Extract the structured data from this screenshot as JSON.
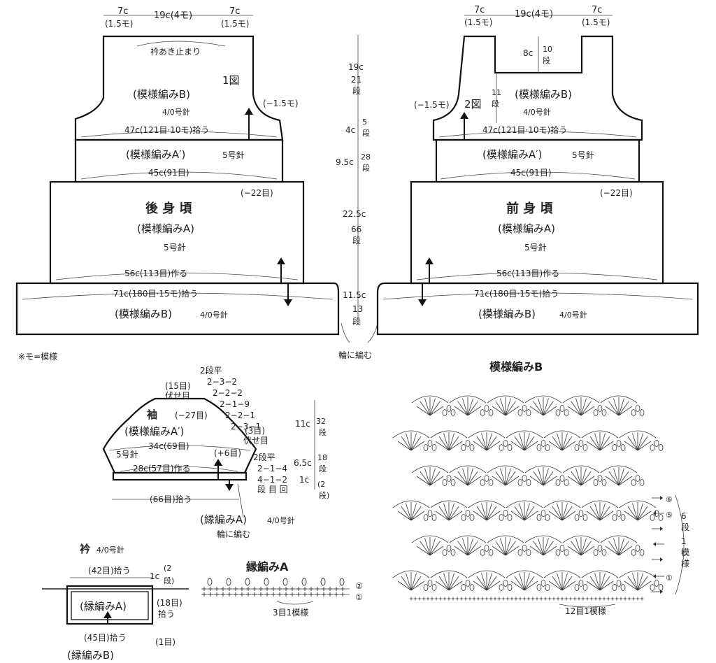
{
  "back": {
    "top_7c_l": "7c",
    "top_15_l": "(1.5モ)",
    "top_19c": "19c(4モ)",
    "top_7c_r": "7c",
    "top_15_r": "(1.5モ)",
    "neck_note": "衿あき止まり",
    "fig": "1図",
    "patB": "(模様編みB)",
    "needle46": "4/0号針",
    "dec": "(−1.5モ)",
    "pick47": "47c(121目·10モ)拾う",
    "patA2": "(模様編みA′)",
    "needle5a": "5号針",
    "w45": "45c(91目)",
    "dec22": "(−22目)",
    "title": "後 身 頃",
    "patA": "(模様編みA)",
    "needle5": "5号針",
    "make56": "56c(113目)作る",
    "pick71": "71c(180目·15モ)拾う",
    "patB2": "(模様編みB)",
    "needle46b": "4/0号針"
  },
  "front": {
    "top_7c_l": "7c",
    "top_15_l": "(1.5モ)",
    "top_19c": "19c(4モ)",
    "top_7c_r": "7c",
    "top_15_r": "(1.5モ)",
    "neck8c": "8c",
    "neck10": "10",
    "neckdan": "段",
    "neck11": "11",
    "neck11dan": "段",
    "fig": "2図",
    "patB": "(模様編みB)",
    "needle46": "4/0号針",
    "dec": "(−1.5モ)",
    "pick47": "47c(121目·10モ)拾う",
    "patA2": "(模様編みA′)",
    "needle5a": "5号針",
    "w45": "45c(91目)",
    "dec22": "(−22目)",
    "title": "前 身 頃",
    "patA": "(模様編みA)",
    "needle5": "5号針",
    "make56": "56c(113目)作る",
    "pick71": "71c(180目·15モ)拾う",
    "patB2": "(模様編みB)",
    "needle46b": "4/0号針"
  },
  "center": {
    "h19c": "19c",
    "h19r": "21",
    "h19d": "段",
    "h4c": "4c",
    "h4r": "5",
    "h4d": "段",
    "h95c": "9.5c",
    "h95r": "28",
    "h95d": "段",
    "h225c": "22.5c",
    "h225r": "66",
    "h225d": "段",
    "h115c": "11.5c",
    "h115r": "13",
    "h115d": "段",
    "round": "輪に編む"
  },
  "note": "※モ=模様",
  "sleeve": {
    "title": "袖",
    "pat": "(模様編みA′)",
    "dec27": "(−27目)",
    "bind15": "(15目)",
    "bind15b": "伏せ目",
    "w34": "34c(69目)",
    "needle5": "5号針",
    "inc6": "(+6目)",
    "make28": "28c(57目)作る",
    "pick66": "(66目)拾う",
    "edge": "(縁編みA)",
    "needle46": "4/0号針",
    "round": "輪に編む",
    "r1": "2段平",
    "r2": "2−3−2",
    "r3": "2−2−2",
    "r4": "2−1−9",
    "r5": "2−2−1",
    "r6": "2−3−1",
    "r7": "(3目)",
    "r8": "伏せ目",
    "i1": "2段平",
    "i2": "2−1−4",
    "i3": "4−1−2",
    "i4": "段 目 回",
    "h11c": "11c",
    "h11r": "32",
    "h11d": "段",
    "h65c": "6.5c",
    "h65r": "18",
    "h65d": "段",
    "h1c": "1c",
    "h1r": "(2",
    "h1d": "段)"
  },
  "collar": {
    "title": "衿",
    "needle46": "4/0号針",
    "pick42": "(42目)拾う",
    "h1c": "1c",
    "h1r": "(2",
    "h1d": "段)",
    "edgeA": "(縁編みA)",
    "pick18": "(18目)",
    "pick18b": "拾う",
    "pick45": "(45目)拾う",
    "st1": "(1目)",
    "edgeB": "(縁編みB)"
  },
  "edgingA": {
    "title": "縁編みA",
    "row2": "②",
    "row1": "①",
    "repeat": "3目1模様"
  },
  "patternB": {
    "title": "模様編みB",
    "row6": "⑥",
    "row5": "⑤",
    "row1": "①",
    "repeat_v1": "6",
    "repeat_v2": "段",
    "repeat_v3": "1",
    "repeat_v4": "模",
    "repeat_v5": "様",
    "repeat": "12目1模様"
  }
}
